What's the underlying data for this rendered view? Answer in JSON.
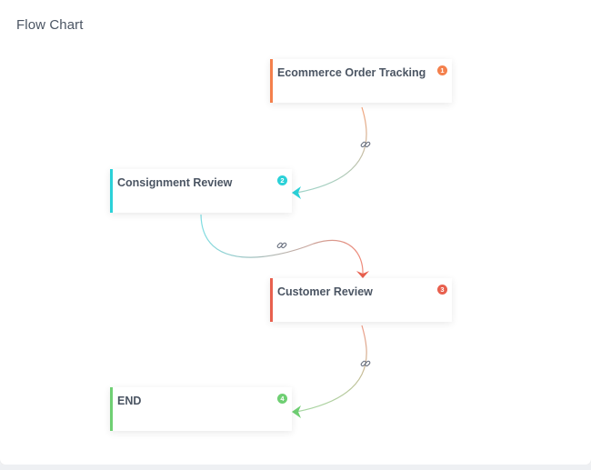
{
  "header": {
    "title": "Flow Chart"
  },
  "colors": {
    "orange": "#f4804c",
    "cyan": "#2bd1d8",
    "red": "#e8604e",
    "green": "#6fcf73"
  },
  "nodes": [
    {
      "label": "Ecommerce Order Tracking",
      "badge": "1",
      "color": "#f4804c"
    },
    {
      "label": "Consignment Review",
      "badge": "2",
      "color": "#2bd1d8"
    },
    {
      "label": "Customer Review",
      "badge": "3",
      "color": "#e8604e"
    },
    {
      "label": "END",
      "badge": "4",
      "color": "#6fcf73"
    }
  ],
  "edges": [
    {
      "from": 1,
      "to": 2,
      "icon": "link-icon"
    },
    {
      "from": 2,
      "to": 3,
      "icon": "link-icon"
    },
    {
      "from": 3,
      "to": 4,
      "icon": "link-icon"
    }
  ]
}
